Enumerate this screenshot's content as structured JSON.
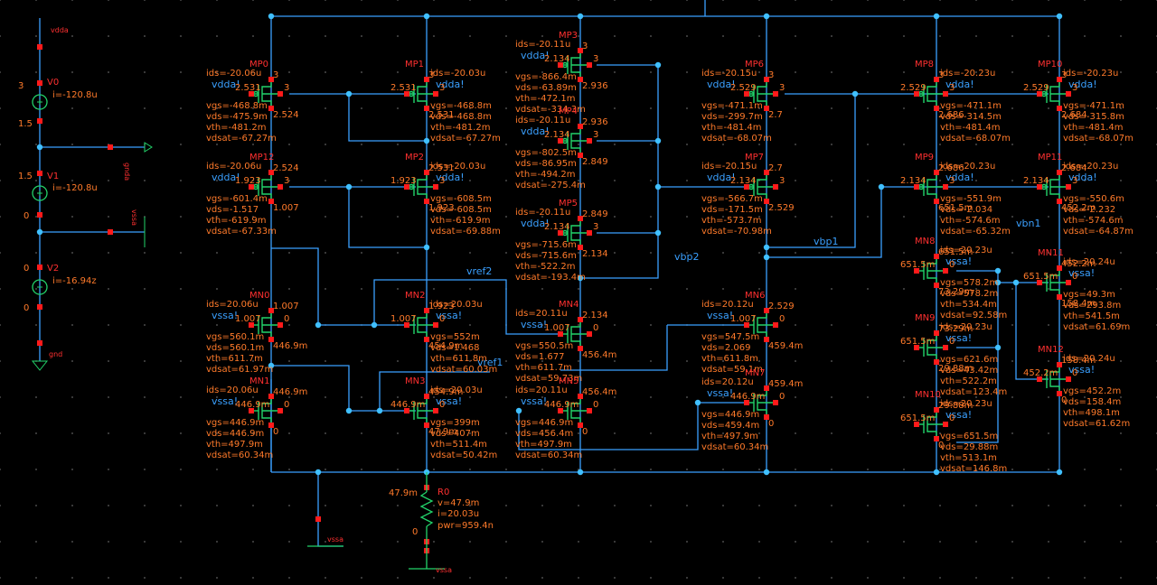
{
  "colors": {
    "wire": "#3aa0ff",
    "pin": "#ff1a1a",
    "label": "#ff7a2a",
    "net_label": "#3aa0ff",
    "device": "#22d36a",
    "node": "#40c0ff",
    "background": "#000000"
  },
  "sources": {
    "V0": {
      "name": "V0",
      "param": "i=-120.8u",
      "net_top": "vdda",
      "top_value": "3",
      "bottom_value": "1.5"
    },
    "V1": {
      "name": "V1",
      "param": "i=-120.8u",
      "top_value": "1.5",
      "bottom_value": "0",
      "gnd_label": "gnda",
      "pin_label": "vssa"
    },
    "V2": {
      "name": "V2",
      "param": "i=-16.94z",
      "top_value": "0",
      "bottom_value": "0",
      "gnd_label": "gnd"
    }
  },
  "net_labels": {
    "vref2": "vref2",
    "vbp2": "vbp2",
    "vbp1": "vbp1",
    "vbn1": "vbn1",
    "vssa_pin": "vssa",
    "vssa_res": "vssa"
  },
  "resistor": {
    "name": "R0",
    "params": [
      "v=47.9m",
      "i=20.03u",
      "pwr=959.4n"
    ],
    "node_top": "47.9m",
    "node_bottom": "0"
  },
  "devices": [
    {
      "name": "MP0",
      "supply": "vdda!",
      "params": [
        "ids=-20.06u",
        "vgs=-468.8m",
        "vds=-475.9m",
        "vth=-481.2m",
        "vdsat=-67.27m"
      ],
      "n_top": "3",
      "n_bulk": "3",
      "n_gate": "2.531",
      "n_bot": "2.524"
    },
    {
      "name": "MP1",
      "supply": "vdda!",
      "params": [
        "ids=-20.03u",
        "vgs=-468.8m",
        "vds=-468.8m",
        "vth=-481.2m",
        "vdsat=-67.27m"
      ],
      "n_top": "3",
      "n_bulk": "3",
      "n_gate": "2.531",
      "n_bot": "2.531"
    },
    {
      "name": "MP12",
      "supply": "vdda!",
      "params": [
        "ids=-20.06u",
        "vgs=-601.4m",
        "vds=-1.517",
        "vth=-619.9m",
        "vdsat=-67.33m"
      ],
      "n_top": "2.524",
      "n_bulk": "3",
      "n_gate": "1.923",
      "n_bot": "1.007"
    },
    {
      "name": "MP2",
      "supply": "vdda!",
      "params": [
        "ids=-20.03u",
        "vgs=-608.5m",
        "vds=-608.5m",
        "vth=-619.9m",
        "vdsat=-69.88m"
      ],
      "n_top": "2.531",
      "n_bulk": "3",
      "n_gate": "1.923",
      "n_bot": "1.923"
    },
    {
      "name": "MP3",
      "supply": "vdda!",
      "params": [
        "ids=-20.11u",
        "vgs=-866.4m",
        "vds=-63.89m",
        "vth=-472.1m",
        "vdsat=-334.3m"
      ],
      "n_top": "3",
      "n_bulk": "3",
      "n_gate": "2.134",
      "n_bot": "2.936"
    },
    {
      "name": "MP4",
      "supply": "vdda!",
      "params": [
        "ids=-20.11u",
        "vgs=-802.5m",
        "vds=-86.95m",
        "vth=-494.2m",
        "vdsat=-275.4m"
      ],
      "n_top": "2.936",
      "n_bulk": "3",
      "n_gate": "2.134",
      "n_bot": "2.849"
    },
    {
      "name": "MP5",
      "supply": "vdda!",
      "params": [
        "ids=-20.11u",
        "vgs=-715.6m",
        "vds=-715.6m",
        "vth=-522.2m",
        "vdsat=-193.4m"
      ],
      "n_top": "2.849",
      "n_bulk": "3",
      "n_gate": "2.134",
      "n_bot": "2.134"
    },
    {
      "name": "MP6",
      "supply": "vdda!",
      "params": [
        "ids=-20.15u",
        "vgs=-471.1m",
        "vds=-299.7m",
        "vth=-481.4m",
        "vdsat=-68.07m"
      ],
      "n_top": "3",
      "n_bulk": "3",
      "n_gate": "2.529",
      "n_bot": "2.7"
    },
    {
      "name": "MP7",
      "supply": "vdda!",
      "params": [
        "ids=-20.15u",
        "vgs=-566.7m",
        "vds=-171.5m",
        "vth=-573.7m",
        "vdsat=-70.98m"
      ],
      "n_top": "2.7",
      "n_bulk": "3",
      "n_gate": "2.134",
      "n_bot": "2.529"
    },
    {
      "name": "MP8",
      "supply": "vdda!",
      "params": [
        "ids=-20.23u",
        "vgs=-471.1m",
        "vds=-314.5m",
        "vth=-481.4m",
        "vdsat=-68.07m"
      ],
      "n_top": "3",
      "n_bulk": "3",
      "n_gate": "2.529",
      "n_bot": "2.686"
    },
    {
      "name": "MP9",
      "supply": "vdda!",
      "params": [
        "ids=-20.23u",
        "vgs=-551.9m",
        "vds=-2.034",
        "vth=-574.6m",
        "vdsat=-65.32m"
      ],
      "n_top": "2.686",
      "n_bulk": "3",
      "n_gate": "2.134",
      "n_bot": "651.5m"
    },
    {
      "name": "MP10",
      "supply": "vdda!",
      "params": [
        "ids=-20.23u",
        "vgs=-471.1m",
        "vds=-315.8m",
        "vth=-481.4m",
        "vdsat=-68.07m"
      ],
      "n_top": "3",
      "n_bulk": "3",
      "n_gate": "2.529",
      "n_bot": "2.684"
    },
    {
      "name": "MP11",
      "supply": "vdda!",
      "params": [
        "ids=-20.23u",
        "vgs=-550.6m",
        "vds=-2.232",
        "vth=-574.6m",
        "vdsat=-64.87m"
      ],
      "n_top": "2.684",
      "n_bulk": "3",
      "n_gate": "2.134",
      "n_bot": "452.2m"
    },
    {
      "name": "MN0",
      "supply": "vssa!",
      "params": [
        "ids=20.06u",
        "vgs=560.1m",
        "vds=560.1m",
        "vth=611.7m",
        "vdsat=61.97m"
      ],
      "n_top": "1.007",
      "n_bulk": "0",
      "n_gate": "1.007",
      "n_bot": "446.9m"
    },
    {
      "name": "MN1",
      "supply": "vssa!",
      "params": [
        "ids=20.06u",
        "vgs=446.9m",
        "vds=446.9m",
        "vth=497.9m",
        "vdsat=60.34m"
      ],
      "n_top": "446.9m",
      "n_bulk": "0",
      "n_gate": "446.9m",
      "n_bot": "0"
    },
    {
      "name": "MN2",
      "supply": "vssa!",
      "params": [
        "ids=20.03u",
        "vgs=552m",
        "vds=1.468",
        "vth=611.8m",
        "vdsat=60.03m"
      ],
      "n_top": "1.923",
      "n_bulk": "0",
      "n_gate": "1.007",
      "n_bot": "454.9m"
    },
    {
      "name": "MN3",
      "supply": "vssa!",
      "params": [
        "ids=20.03u",
        "vgs=399m",
        "vds=407m",
        "vth=511.4m",
        "vdsat=50.42m"
      ],
      "n_top": "454.9m",
      "n_bulk": "0",
      "n_gate": "446.9m",
      "n_bot": "47.9m"
    },
    {
      "name": "MN4",
      "supply": "vssa!",
      "params": [
        "ids=20.11u",
        "vgs=550.5m",
        "vds=1.677",
        "vth=611.7m",
        "vdsat=59.73m"
      ],
      "n_top": "2.134",
      "n_bulk": "0",
      "n_gate": "1.007",
      "n_bot": "456.4m"
    },
    {
      "name": "MN5",
      "supply": "vssa!",
      "params": [
        "ids=20.11u",
        "vgs=446.9m",
        "vds=456.4m",
        "vth=497.9m",
        "vdsat=60.34m"
      ],
      "n_top": "456.4m",
      "n_bulk": "0",
      "n_gate": "446.9m",
      "n_bot": "0"
    },
    {
      "name": "MN6",
      "supply": "vssa!",
      "params": [
        "ids=20.12u",
        "vgs=547.5m",
        "vds=2.069",
        "vth=611.8m",
        "vdsat=59.1m"
      ],
      "n_top": "2.529",
      "n_bulk": "0",
      "n_gate": "1.007",
      "n_bot": "459.4m"
    },
    {
      "name": "MN7",
      "supply": "vssa!",
      "params": [
        "ids=20.12u",
        "vgs=446.9m",
        "vds=459.4m",
        "vth=497.9m",
        "vdsat=60.34m"
      ],
      "n_top": "459.4m",
      "n_bulk": "0",
      "n_gate": "446.9m",
      "n_bot": "0"
    },
    {
      "name": "MN8",
      "supply": "vssa!",
      "params": [
        "ids=20.23u",
        "vgs=578.2m",
        "vds=578.2m",
        "vth=534.4m",
        "vdsat=92.58m"
      ],
      "n_top": "651.5m",
      "n_bulk": "0",
      "n_gate": "651.5m",
      "n_bot": "73.29m"
    },
    {
      "name": "MN9",
      "supply": "vssa!",
      "params": [
        "ids=20.23u",
        "vgs=621.6m",
        "vds=43.42m",
        "vth=522.2m",
        "vdsat=123.4m"
      ],
      "n_top": "73.29m",
      "n_bulk": "0",
      "n_gate": "651.5m",
      "n_bot": "29.88m"
    },
    {
      "name": "MN10",
      "supply": "vssa!",
      "params": [
        "ids=20.23u",
        "vgs=651.5m",
        "vds=29.88m",
        "vth=513.1m",
        "vdsat=146.8m"
      ],
      "n_top": "29.88m",
      "n_bulk": "0",
      "n_gate": "651.5m",
      "n_bot": "0"
    },
    {
      "name": "MN11",
      "supply": "vssa!",
      "params": [
        "ids=20.24u",
        "vgs=49.3m",
        "vds=293.8m",
        "vth=541.5m",
        "vdsat=61.69m"
      ],
      "n_top": "452.2m",
      "n_bulk": "0",
      "n_gate": "651.5m",
      "n_bot": "158.4m"
    },
    {
      "name": "MN12",
      "supply": "vssa!",
      "params": [
        "ids=20.24u",
        "vgs=452.2m",
        "vds=158.4m",
        "vth=498.1m",
        "vdsat=61.62m"
      ],
      "n_top": "158.4m",
      "n_bulk": "0",
      "n_gate": "452.2m",
      "n_bot": "0"
    }
  ],
  "extra_nodes": {
    "mp9_gate_wire": "651.5m",
    "mn11_gate": "651.5m",
    "mn12_left": "452.2m",
    "mn12_top_left": "158.4m",
    "vref1": "vref1"
  }
}
